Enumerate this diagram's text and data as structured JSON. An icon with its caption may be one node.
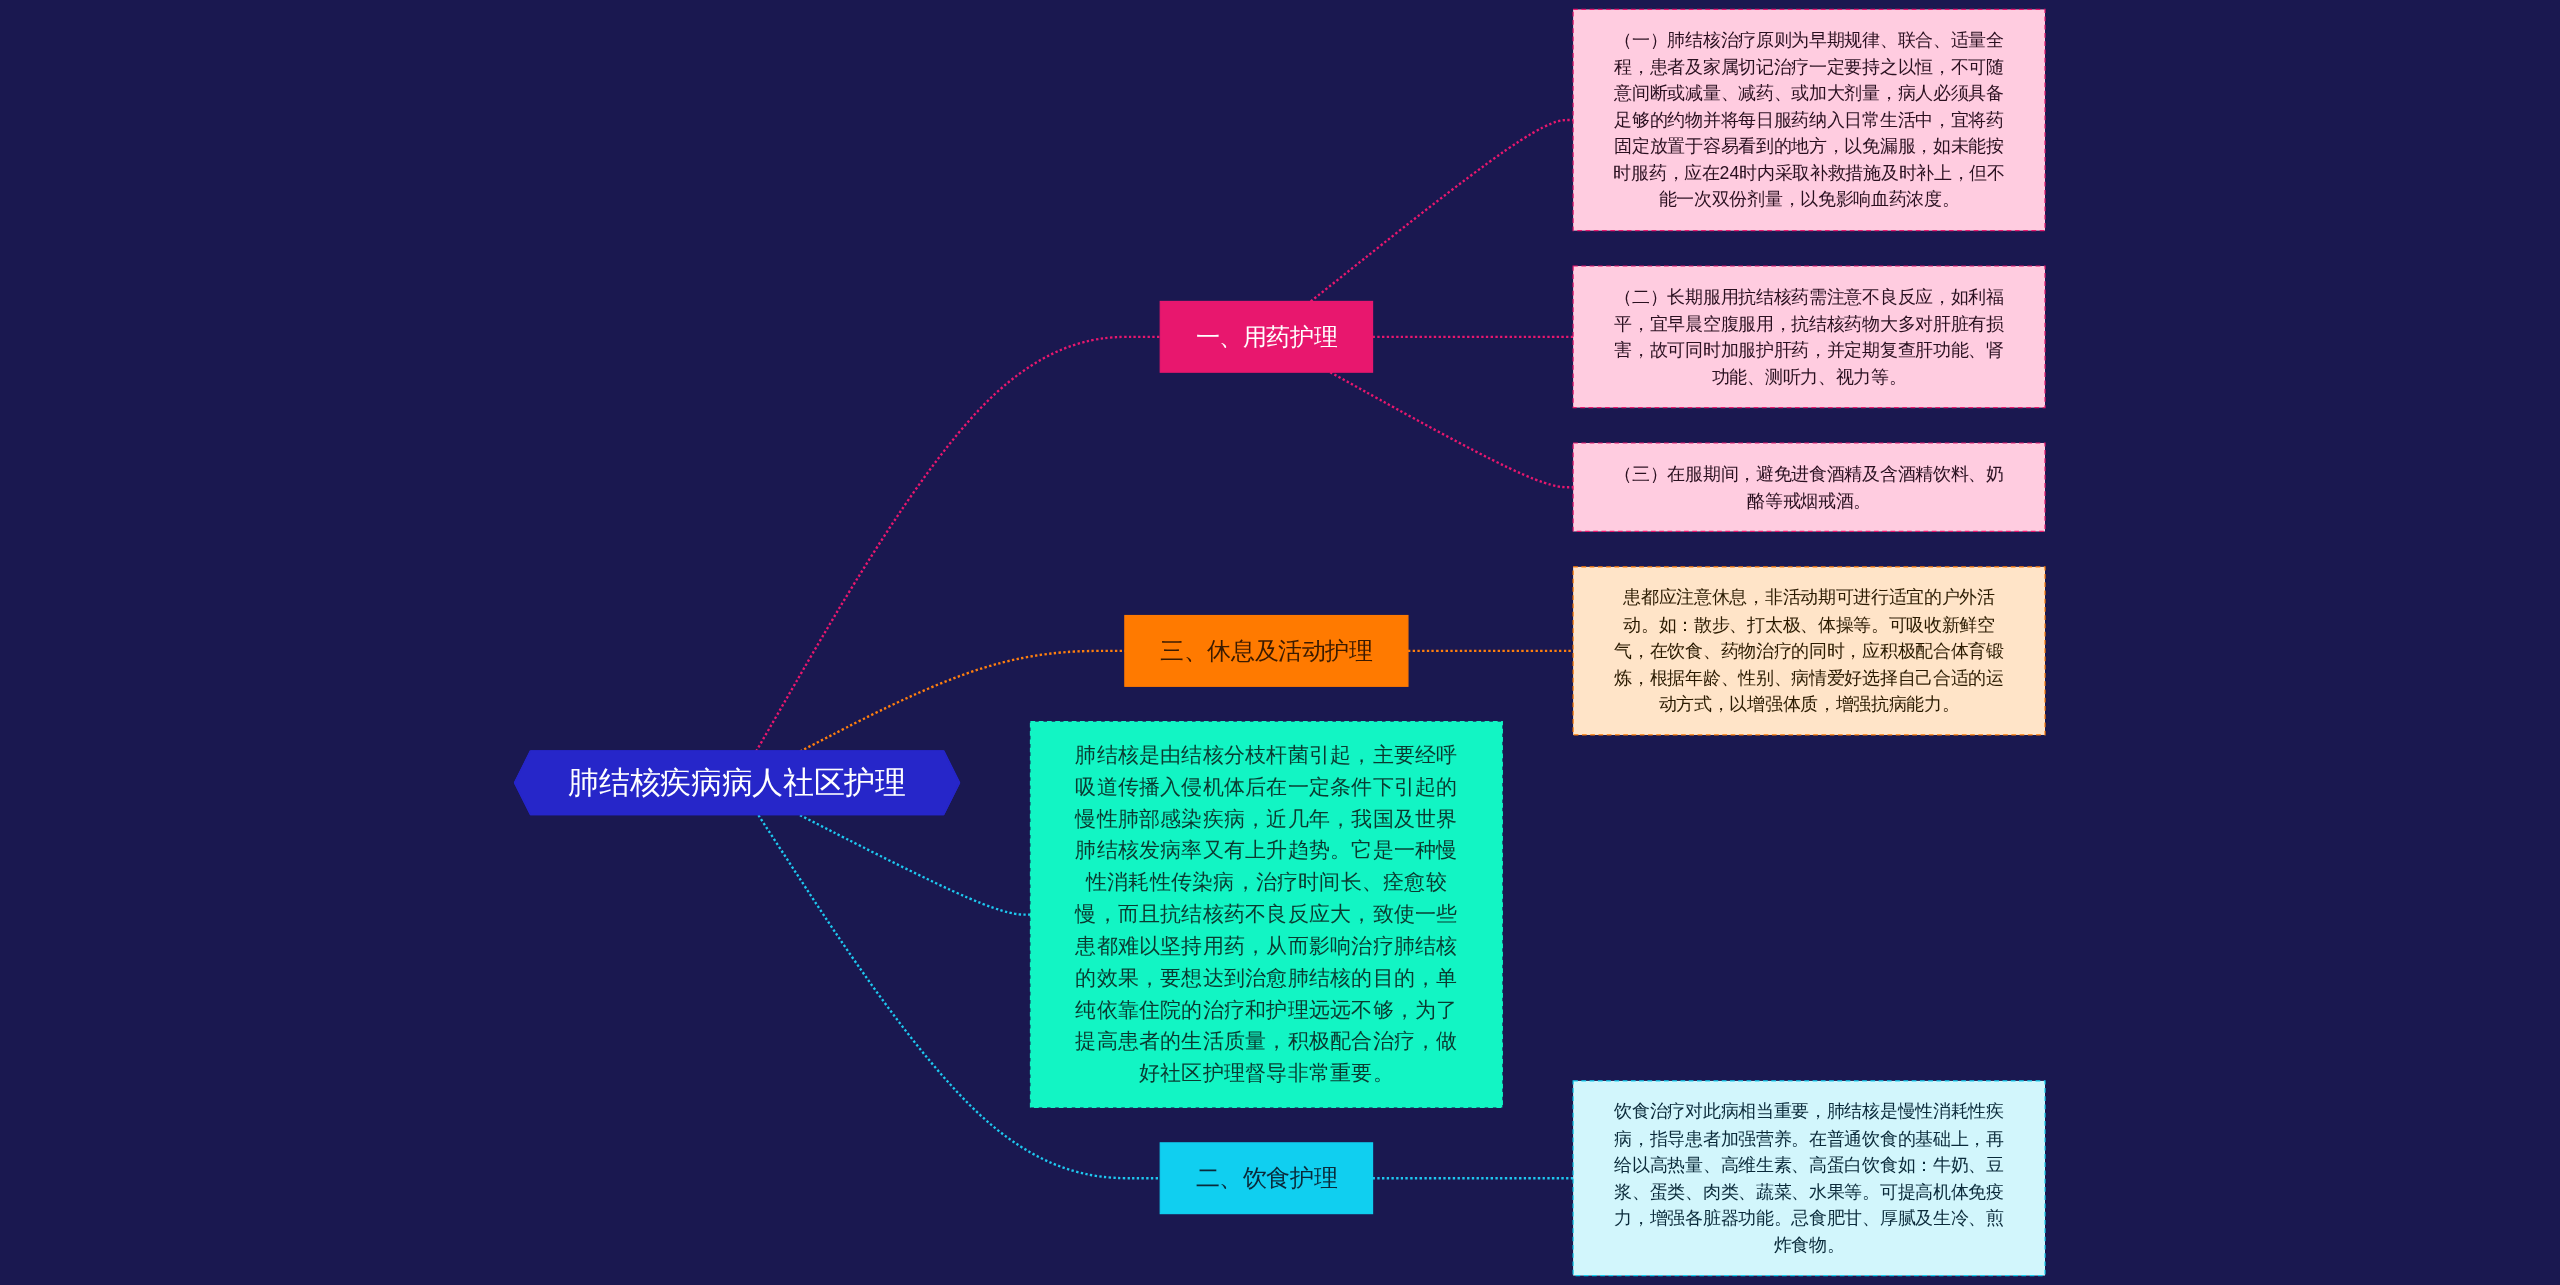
{
  "diagram": {
    "nodes": [
      {
        "text": [
          "肺结核疾病病人社区护理"
        ]
      },
      {
        "text": [
          "一、用药护理"
        ]
      },
      {
        "text": [
          "（一）肺结核治疗原则为早期规律、联合、适量全程，患者及家属切记治疗一定要持之以恒，不可随意间断或减量、减药、或加大剂量，病人必须具备足够的约物并将每日服药纳入日常生活中，宜将药固定放置于容易看到的地方，以免漏服，如未能按时服药，应在24时内采取补救措施及时补上，但不能一次双份剂量，以免影响血药浓度。"
        ]
      },
      {
        "text": [
          "（二）长期服用抗结核药需注意不良反应，如利福平，宜早晨空腹服用，抗结核药物大多对肝脏有损害，故可同时加服护肝药，并定期复查肝功能、肾功能、测听力、视力等。"
        ]
      },
      {
        "text": [
          "（三）在服期间，避免进食酒精及含酒精饮料、奶酪等戒烟戒酒。"
        ]
      },
      {
        "text": [
          "三、休息及活动护理"
        ]
      },
      {
        "text": [
          "患都应注意休息，非活动期可进行适宜的户外活动。如：散步、打太极、体操等。可吸收新鲜空气，在饮食、药物治疗的同时，应积极配合体育锻炼，根据年龄、性别、病情爱好选择自己合适的运动方式，以增强体质，增强抗病能力。"
        ]
      },
      {
        "text": [
          "肺结核是由结核分枝杆菌引起，主要经呼吸道传播入侵机体后在一定条件下引起的慢性肺部感染疾病，近几年，我国及世界肺结核发病率又有上升趋势。它是一种慢性消耗性传染病，治疗时间长、痊愈较慢，而且抗结核药不良反应大，致使一些患都难以坚持用药，从而影响治疗肺结核的效果，要想达到治愈肺结核的目的，单纯依靠住院的治疗和护理远远不够，为了提高患者的生活质量，积极配合治疗，做好社区护理督导非常重要。"
        ]
      },
      {
        "text": [
          "二、饮食护理"
        ]
      },
      {
        "text": [
          "饮食治疗对此病相当重要，肺结核是慢性消耗性疾病，指导患者加强营养。在普通饮食的基础上，再给以高热量、高维生素、高蛋白饮食如：牛奶、豆浆、蛋类、肉类、蔬菜、水果等。可提高机体免疫力，增强各脏器功能。忌食肥甘、厚腻及生冷、煎炸食物。"
        ]
      }
    ],
    "edges": [
      {
        "from": 0,
        "to": 1,
        "arrow": "none",
        "style": "dashed"
      },
      {
        "from": 1,
        "to": 2,
        "arrow": "none",
        "style": "dashed"
      },
      {
        "from": 1,
        "to": 3,
        "arrow": "none",
        "style": "dashed"
      },
      {
        "from": 1,
        "to": 4,
        "arrow": "none",
        "style": "dashed"
      },
      {
        "from": 0,
        "to": 5,
        "arrow": "none",
        "style": "dashed",
        "color": "#ff7f0e"
      },
      {
        "from": 5,
        "to": 6,
        "arrow": "none",
        "style": "dashed",
        "color": "#ff7f0e"
      },
      {
        "from": 0,
        "to": 7,
        "arrow": "none",
        "style": "dashed",
        "color": "#1ec8f0"
      },
      {
        "from": 0,
        "to": 8,
        "arrow": "none",
        "style": "dashed",
        "color": "#1ec8f0"
      },
      {
        "from": 8,
        "to": 9,
        "arrow": "none",
        "style": "dashed",
        "color": "#1ec8f0"
      }
    ]
  }
}
